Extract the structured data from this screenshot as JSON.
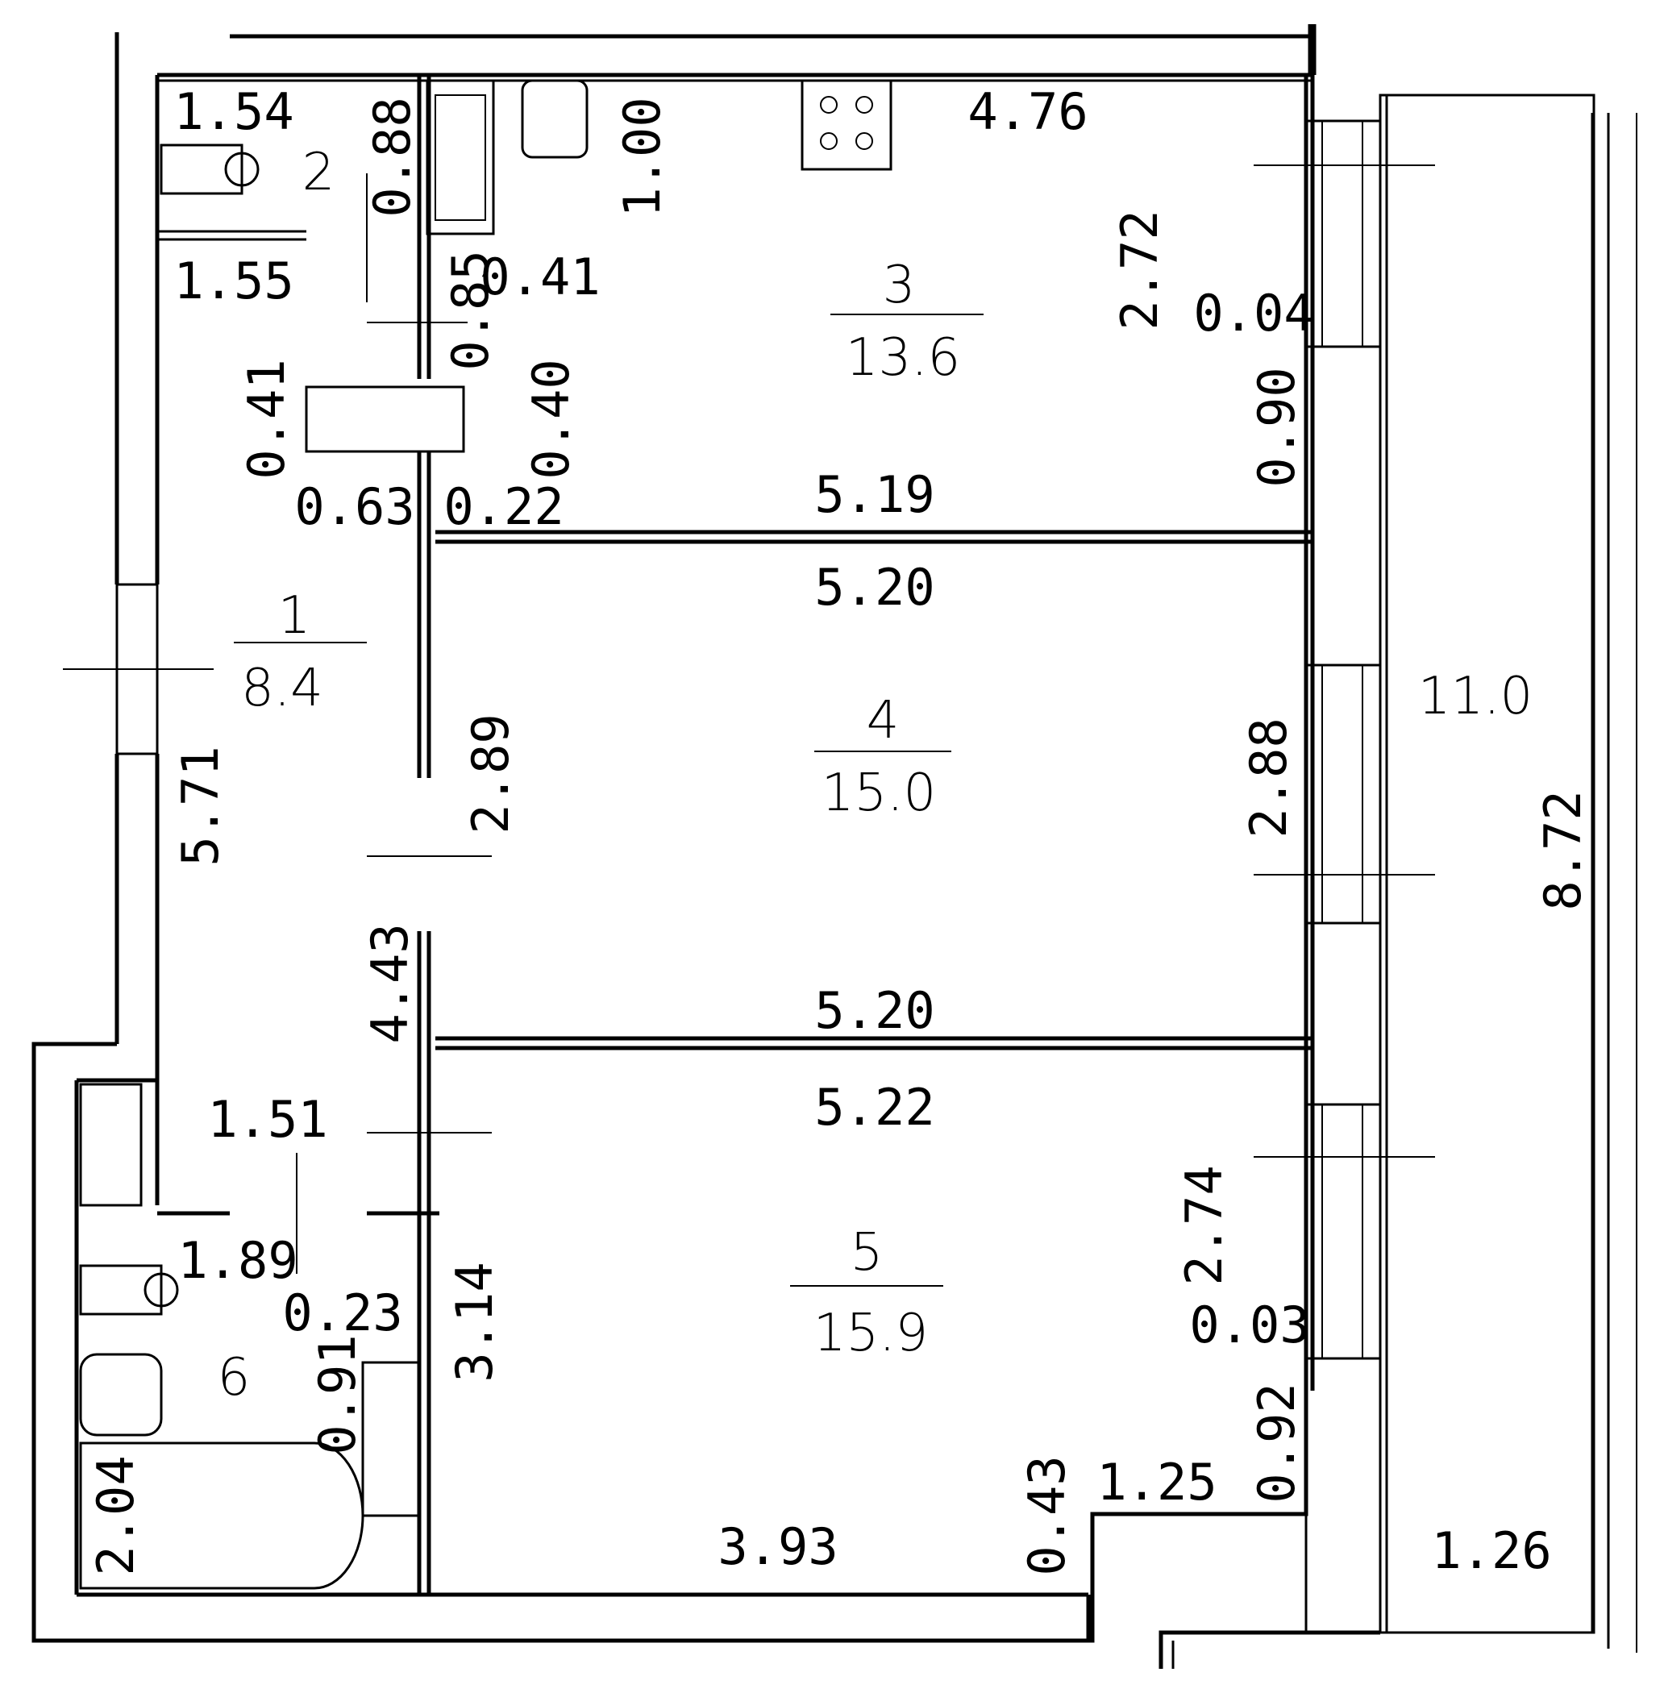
{
  "rooms": [
    {
      "number": "1",
      "area": "8.4"
    },
    {
      "number": "2",
      "area": ""
    },
    {
      "number": "3",
      "area": "13.6"
    },
    {
      "number": "4",
      "area": "15.0"
    },
    {
      "number": "5",
      "area": "15.9"
    },
    {
      "number": "6",
      "area": ""
    }
  ],
  "balcony": {
    "area": "11.0",
    "length": "8.72",
    "width": "1.26"
  },
  "dims": {
    "d154": "1.54",
    "d155": "1.55",
    "d088": "0.88",
    "d085": "0.85",
    "d041a": "0.41",
    "d100": "1.00",
    "d476": "4.76",
    "d272": "2.72",
    "d004": "0.04",
    "d090": "0.90",
    "d041b": "0.41",
    "d040": "0.40",
    "d063": "0.63",
    "d022": "0.22",
    "d519": "5.19",
    "d520a": "5.20",
    "d571": "5.71",
    "d289": "2.89",
    "d288": "2.88",
    "d443": "4.43",
    "d520b": "5.20",
    "d522": "5.22",
    "d151": "1.51",
    "d274": "2.74",
    "d189": "1.89",
    "d023": "0.23",
    "d314": "3.14",
    "d003": "0.03",
    "d091": "0.91",
    "d092": "0.92",
    "d204": "2.04",
    "d043": "0.43",
    "d125": "1.25",
    "d393": "3.93"
  }
}
